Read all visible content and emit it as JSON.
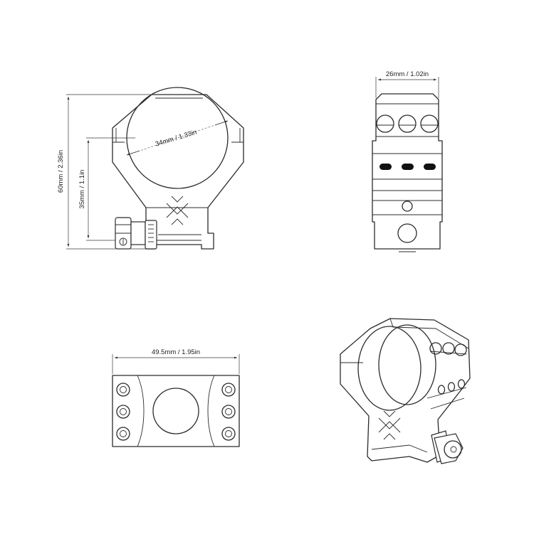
{
  "dimensions": {
    "height_total": "60mm / 2.36in",
    "center_height": "35mm / 1.1in",
    "ring_diameter": "34mm / 1.33in",
    "ring_width": "26mm / 1.02in",
    "ring_length": "49.5mm / 1.95in"
  },
  "colors": {
    "line": "#2b2b2b",
    "background": "#ffffff"
  }
}
